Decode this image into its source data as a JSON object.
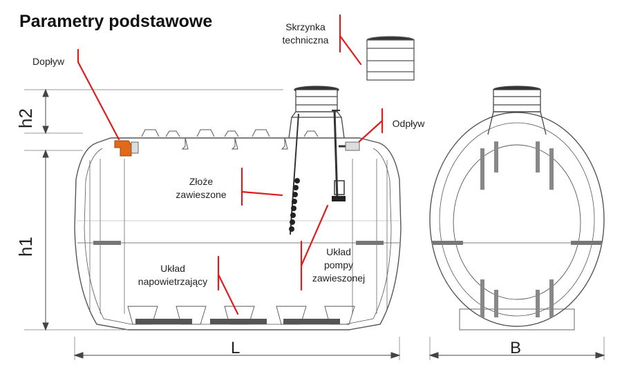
{
  "title": "Parametry podstawowe",
  "labels": {
    "skrzynka_line1": "Skrzynka",
    "skrzynka_line2": "techniczna",
    "doplyw": "Dopływ",
    "odplyw": "Odpływ",
    "zloze_line1": "Złoże",
    "zloze_line2": "zawieszone",
    "uklad_nap_line1": "Układ",
    "uklad_nap_line2": "napowietrzający",
    "uklad_pomp_line1": "Układ",
    "uklad_pomp_line2": "pompy",
    "uklad_pomp_line3": "zawieszonej"
  },
  "dimensions": {
    "h1": "h1",
    "h2": "h2",
    "L": "L",
    "B": "B"
  },
  "colors": {
    "leader": "#e01b1b",
    "inlet_pipe": "#e06a1a",
    "outline": "#555555",
    "dark": "#222222"
  }
}
